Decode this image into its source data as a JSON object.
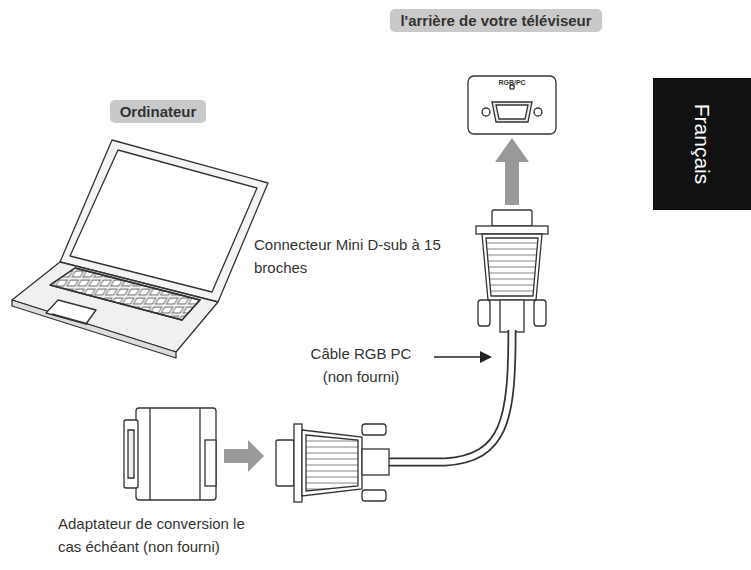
{
  "diagram": {
    "nodes": [
      {
        "text": [
          "l'arrière de votre téléviseur"
        ]
      },
      {
        "text": [
          "Français"
        ]
      },
      {
        "text": [
          "Ordinateur"
        ]
      }
    ],
    "labels": [
      "RGB/PC",
      "Connecteur Mini D-sub à 15 broches",
      "Câble RGB PC (non fourni)",
      "Adaptateur de conversion le cas échéant (non fourni)"
    ]
  }
}
